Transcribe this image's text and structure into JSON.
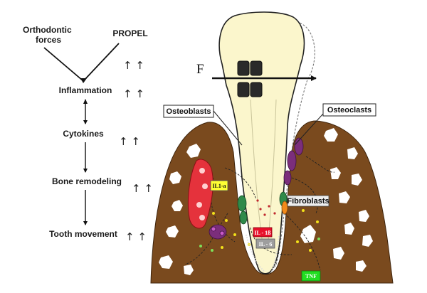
{
  "flowchart": {
    "orthodontic_forces": [
      "Orthodontic",
      "forces"
    ],
    "propel": "PROPEL",
    "steps": [
      "Inflammation",
      "Cytokines",
      "Bone remodeling",
      "Tooth movement"
    ],
    "increase_symbol": "↑ ↑"
  },
  "tooth_diagram": {
    "force_label": "F",
    "cell_labels": {
      "osteoblasts": "Osteoblasts",
      "osteoclasts": "Osteoclasts",
      "fibroblasts": "Fibroblasts"
    },
    "cytokine_labels": {
      "il1a": "IL1-a",
      "il1b": "IL - 1ß",
      "il6": "IL - 6",
      "tnf": "TNF"
    }
  },
  "colors": {
    "bone": "#7a4a1e",
    "tooth": "#fbf6cc",
    "il1a_box": "#ffff33",
    "il1b_box": "#e8102a",
    "il6_box": "#9e9e9e",
    "tnf_box": "#22dd22",
    "red_cell": "#e5323c",
    "purple_cell": "#7b2e7b",
    "green_cell": "#2f8a4a"
  }
}
